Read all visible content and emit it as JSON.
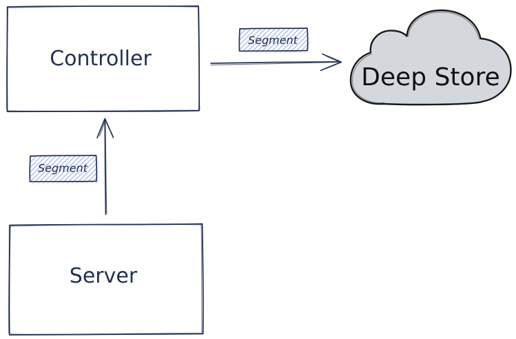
{
  "diagram": {
    "nodes": {
      "controller": {
        "label": "Controller"
      },
      "server": {
        "label": "Server"
      },
      "deep_store": {
        "label": "Deep Store"
      }
    },
    "edges": [
      {
        "from": "Controller",
        "to": "Deep Store",
        "label": "Segment",
        "direction": "right"
      },
      {
        "from": "Server",
        "to": "Controller",
        "label": "Segment",
        "direction": "up"
      }
    ],
    "colors": {
      "stroke": "#223150",
      "label": "#223150",
      "hachure": "#a9bcee",
      "cloud_fill": "#d4d8dd",
      "cloud_stroke": "#1a1a1a",
      "cloud_label": "#111111",
      "box_fill": "#ffffff",
      "background": "#ffffff"
    }
  }
}
